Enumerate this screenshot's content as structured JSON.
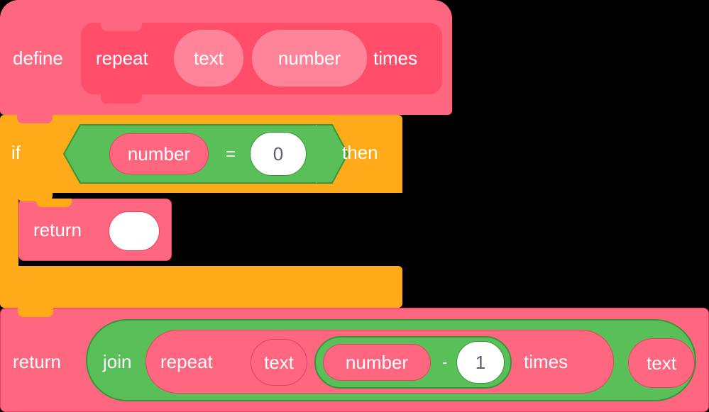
{
  "palette": {
    "custom_block_pink": "#FF6680",
    "custom_block_pink_dark": "#FF4D6A",
    "custom_block_pink_light": "#FF8499",
    "control_orange": "#FFAB19",
    "operator_green": "#59C059",
    "operator_green_dark": "#389438",
    "input_white": "#FFFFFF",
    "input_text_dark": "#575E75",
    "label_white": "#FFFFFF",
    "canvas_background": "#000000"
  },
  "script": {
    "define_block": {
      "keyword": "define",
      "prototype": {
        "label_1": "repeat",
        "arg_text": "text",
        "arg_number": "number",
        "label_2": "times"
      }
    },
    "if_block": {
      "keyword": "if",
      "then_keyword": "then",
      "condition": {
        "operator": "=",
        "left_operand": "number",
        "right_operand": "0"
      },
      "body": {
        "return_block": {
          "keyword": "return",
          "value": ""
        }
      }
    },
    "return_block": {
      "keyword": "return",
      "join": {
        "label": "join",
        "operand_1": {
          "label": "repeat",
          "arg_text": "text",
          "subtraction": {
            "left_operand": "number",
            "operator": "-",
            "right_operand": "1"
          },
          "label_times": "times"
        },
        "operand_2": "text"
      }
    }
  }
}
